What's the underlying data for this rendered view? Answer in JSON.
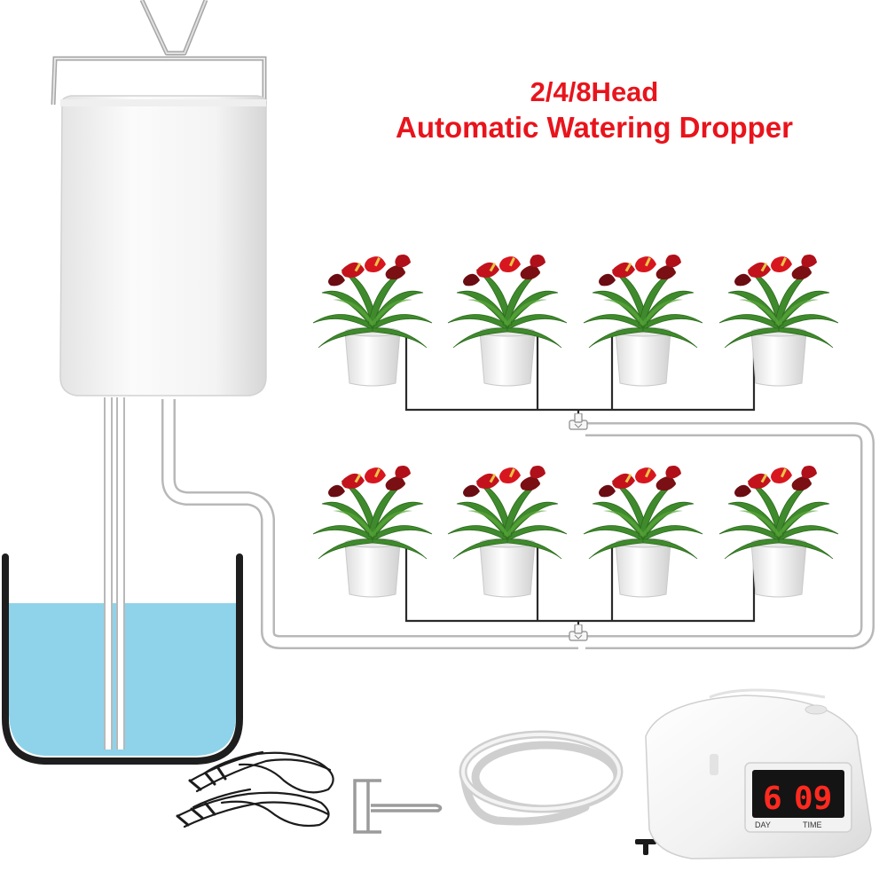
{
  "title": {
    "line1": "2/4/8Head",
    "line2": "Automatic Watering Dropper"
  },
  "timer": {
    "day_value": "6",
    "time_value": "09",
    "day_label": "DAY",
    "time_label": "TIME"
  },
  "colors": {
    "title_red": "#e8141c",
    "water_blue": "#8fd3ea",
    "display_red": "#ff2a1f",
    "pot_white": "#f2f2f2",
    "leaf_green": "#3f8a2c",
    "flower_red": "#c3121c"
  },
  "icons": {
    "pump": "pump-bucket-icon",
    "reservoir": "water-basin-icon",
    "plant": "potted-plant-icon",
    "timer": "timer-controller-icon",
    "hose": "silicone-hose-icon",
    "drip_line": "drip-line-icon",
    "connector": "t-connector-icon"
  }
}
